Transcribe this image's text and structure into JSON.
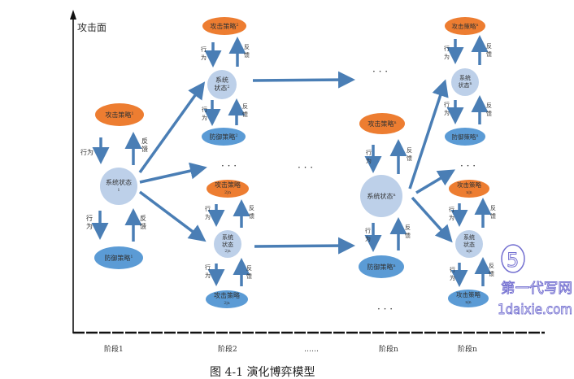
{
  "axis": {
    "y_label": "攻击面",
    "stages": [
      "阶段1",
      "阶段2",
      "……",
      "阶段n",
      "阶段n"
    ]
  },
  "caption": "图 4-1  演化博弈模型",
  "edge_labels": {
    "action": [
      "行",
      "为"
    ],
    "feedback": [
      "反",
      "馈"
    ]
  },
  "ellipsis": "· · ·",
  "colors": {
    "attack": "#ed7d31",
    "defense": "#5b9bd5",
    "state": "#bdd0e9",
    "arrow": "#4a7eb5",
    "axis": "#111111"
  },
  "nodes": {
    "s1_attack": {
      "label": "攻击策略",
      "sup": "1"
    },
    "s1_state": {
      "label": "系统状态",
      "sub": "1"
    },
    "s1_defense": {
      "label": "防御策略",
      "sup": "1"
    },
    "s2_attack": {
      "label": "攻击策略",
      "sup": "2"
    },
    "s2_state": {
      "label1": "系统",
      "label2": "状态",
      "sup": "2"
    },
    "s2_defense": {
      "label": "防御策略",
      "sup": "2"
    },
    "s2n_attack": {
      "label": "攻击策略",
      "sub": "2|n"
    },
    "s2n_state": {
      "label1": "系统",
      "label2": "状态",
      "sub": "2|n"
    },
    "s2n_bottom": {
      "label": "攻击策略",
      "sub": "2|n"
    },
    "sn_attack": {
      "label": "攻击策略",
      "sup": "n"
    },
    "sn_state": {
      "label": "系统状态",
      "sup": "n"
    },
    "sn_defense": {
      "label": "防御策略",
      "sup": "n"
    },
    "snt_attack": {
      "label": "攻击策略",
      "sup": "n"
    },
    "snt_state": {
      "label1": "系统",
      "label2": "状态",
      "sup": "n"
    },
    "snt_defense": {
      "label": "防御策略",
      "sup": "n"
    },
    "snb_attack": {
      "label": "攻击策略",
      "sub": "n|n"
    },
    "snb_state": {
      "label1": "系统",
      "label2": "状态",
      "sub": "n|n"
    },
    "snb_bottom": {
      "label": "攻击策略",
      "sub": "n|n"
    }
  },
  "watermark": {
    "logo": "5",
    "cn": "第一代写网",
    "en": "1daixie.com"
  }
}
